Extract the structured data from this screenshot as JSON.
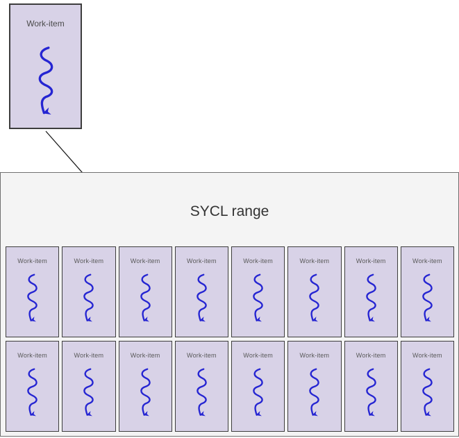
{
  "colors": {
    "canvas_bg": "#ffffff",
    "item_fill": "#d8d2e7",
    "item_border": "#3d3d3d",
    "container_fill": "#f4f4f4",
    "container_border": "#707070",
    "label_color": "#585858",
    "label_dark": "#4a4a4a",
    "title_color": "#333333",
    "squiggle_color": "#2525d2",
    "connector_color": "#1a1a1a"
  },
  "standalone_item": {
    "label": "Work-item"
  },
  "container": {
    "title": "SYCL range"
  },
  "grid": {
    "rows": 2,
    "columns": 8,
    "items": [
      {
        "label": "Work-item"
      },
      {
        "label": "Work-item"
      },
      {
        "label": "Work-item"
      },
      {
        "label": "Work-item"
      },
      {
        "label": "Work-item"
      },
      {
        "label": "Work-item"
      },
      {
        "label": "Work-item"
      },
      {
        "label": "Work-item"
      },
      {
        "label": "Work-item"
      },
      {
        "label": "Work-item"
      },
      {
        "label": "Work-item"
      },
      {
        "label": "Work-item"
      },
      {
        "label": "Work-item"
      },
      {
        "label": "Work-item"
      },
      {
        "label": "Work-item"
      },
      {
        "label": "Work-item"
      }
    ]
  }
}
